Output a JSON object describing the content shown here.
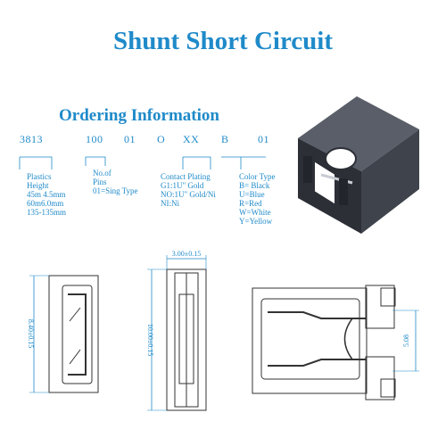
{
  "title": "Shunt Short Circuit",
  "ordering": {
    "heading": "Ordering Information",
    "code": [
      "3813",
      "100",
      "01",
      "O",
      "XX",
      "B",
      "01"
    ],
    "plastics": [
      "Plastics",
      "Height",
      "45m 4.5mm",
      "60m6.0mm",
      "135-135mm"
    ],
    "pins": [
      "No.of",
      "Pins",
      "01=Sing Type"
    ],
    "plating": [
      "Contact Plating",
      "G1:1U\" Gold",
      "NO:1U\" Gold/Ni",
      "NI:Ni"
    ],
    "color": [
      "Color Type",
      "B= Black",
      "U=Blue",
      "R=Red",
      "W=White",
      "Y=Yellow"
    ]
  },
  "dimensions": {
    "left_height": "8.40±0.15",
    "mid_width": "3.00±0.15",
    "mid_height": "10.00±0.15",
    "right_pitch": "5.08"
  },
  "colors": {
    "accent": "#1f8ac9",
    "body": "#3a3d45",
    "line": "#333333"
  }
}
